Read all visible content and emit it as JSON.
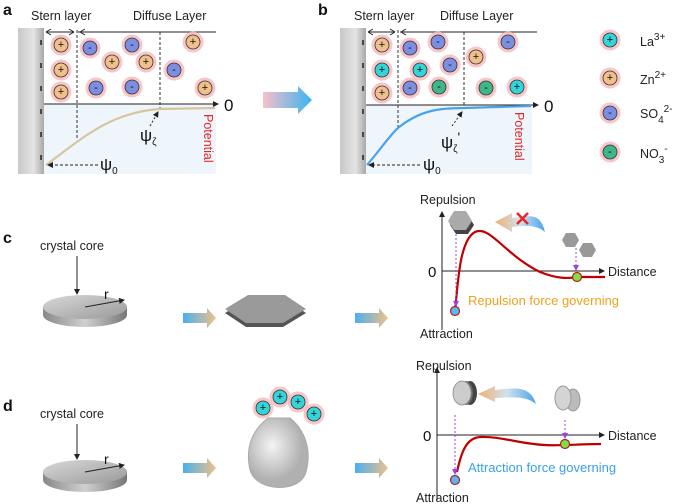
{
  "panels": {
    "a": {
      "label": "a",
      "stern": "Stern layer",
      "diffuse": "Diffuse Layer",
      "zero": "0",
      "potential": "Potential",
      "psi": "ψ",
      "zeta": "ζ",
      "zero_sub": "0"
    },
    "b": {
      "label": "b",
      "stern": "Stern layer",
      "diffuse": "Diffuse Layer",
      "zero": "0",
      "potential": "Potential",
      "psi": "ψ",
      "zeta": "ζ",
      "prime": "'",
      "zero_sub": "0"
    },
    "c": {
      "label": "c",
      "crystal_core": "crystal core",
      "r": "r",
      "repulsion": "Repulsion",
      "attraction": "Attraction",
      "distance": "Distance",
      "zero": "0",
      "governing": "Repulsion force governing"
    },
    "d": {
      "label": "d",
      "crystal_core": "crystal core",
      "r": "r",
      "repulsion": "Repulsion",
      "attraction": "Attraction",
      "distance": "Distance",
      "zero": "0",
      "governing": "Attraction force governing"
    }
  },
  "legend": [
    {
      "ion": "La",
      "charge": "3+",
      "sign": "+",
      "color": "#35d4d8"
    },
    {
      "ion": "Zn",
      "charge": "2+",
      "sign": "+",
      "color": "#f0c08a"
    },
    {
      "ion": "SO",
      "sub": "4",
      "charge": "2-",
      "sign": "-",
      "color": "#7b8ee0"
    },
    {
      "ion": "NO",
      "sub": "3",
      "charge": "-",
      "sign": "-",
      "color": "#3fb58a"
    }
  ],
  "colors": {
    "potential_text": "#e8262a",
    "curve_a": "#d9c4a0",
    "curve_b": "#4aa3ea",
    "energy_curve": "#c00000",
    "repulsion_text": "#f0a020",
    "attraction_text": "#3aa0e8",
    "x_mark": "#e8262a"
  }
}
